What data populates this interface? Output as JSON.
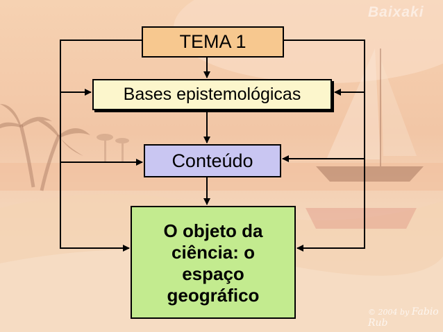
{
  "diagram": {
    "nodes": {
      "tema": "TEMA 1",
      "bases": "Bases epistemológicas",
      "conteudo": "Conteúdo",
      "objeto_lines": [
        "O objeto da",
        "ciência: o",
        "espaço",
        "geográfico"
      ]
    }
  },
  "watermarks": {
    "brand": "Baixaki",
    "year": "© 2004 by",
    "author": "Fabio Rub"
  }
}
